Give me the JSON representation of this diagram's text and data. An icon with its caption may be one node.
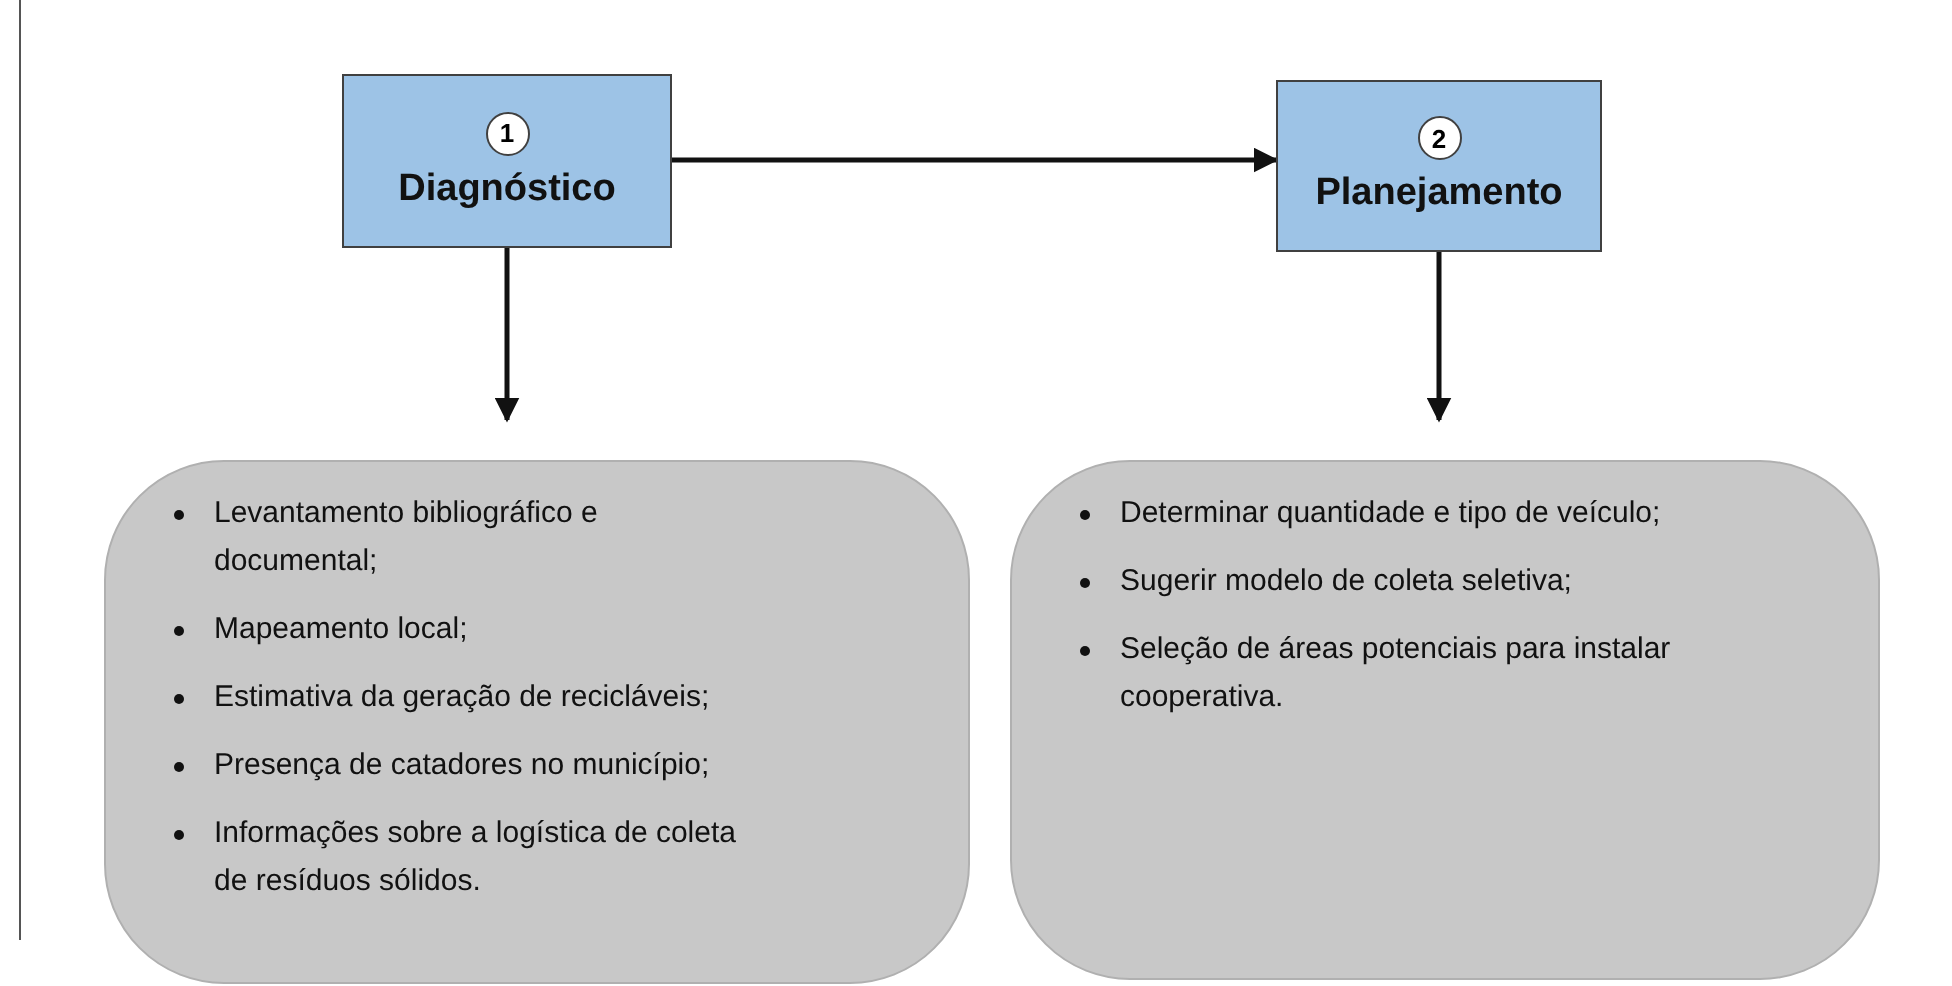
{
  "diagram": {
    "nodes": [
      {
        "text": [
          "1",
          "Diagnóstico"
        ]
      },
      {
        "text": [
          "2",
          "Planejamento"
        ]
      },
      {
        "text": [
          "Levantamento bibliográfico e documental;",
          "Mapeamento local;",
          "Estimativa da geração de recicláveis;",
          "Presença de catadores no município;",
          "Informações sobre a logística de coleta de resíduos sólidos."
        ]
      },
      {
        "text": [
          "Determinar quantidade e tipo de veículo;",
          "Sugerir modelo de coleta seletiva;",
          "Seleção de áreas potenciais para instalar cooperativa."
        ]
      }
    ],
    "edges": [
      {
        "from": 0,
        "to": 1,
        "arrow": "to"
      },
      {
        "from": 0,
        "to": 2,
        "arrow": "to"
      },
      {
        "from": 1,
        "to": 3,
        "arrow": "to"
      }
    ]
  }
}
